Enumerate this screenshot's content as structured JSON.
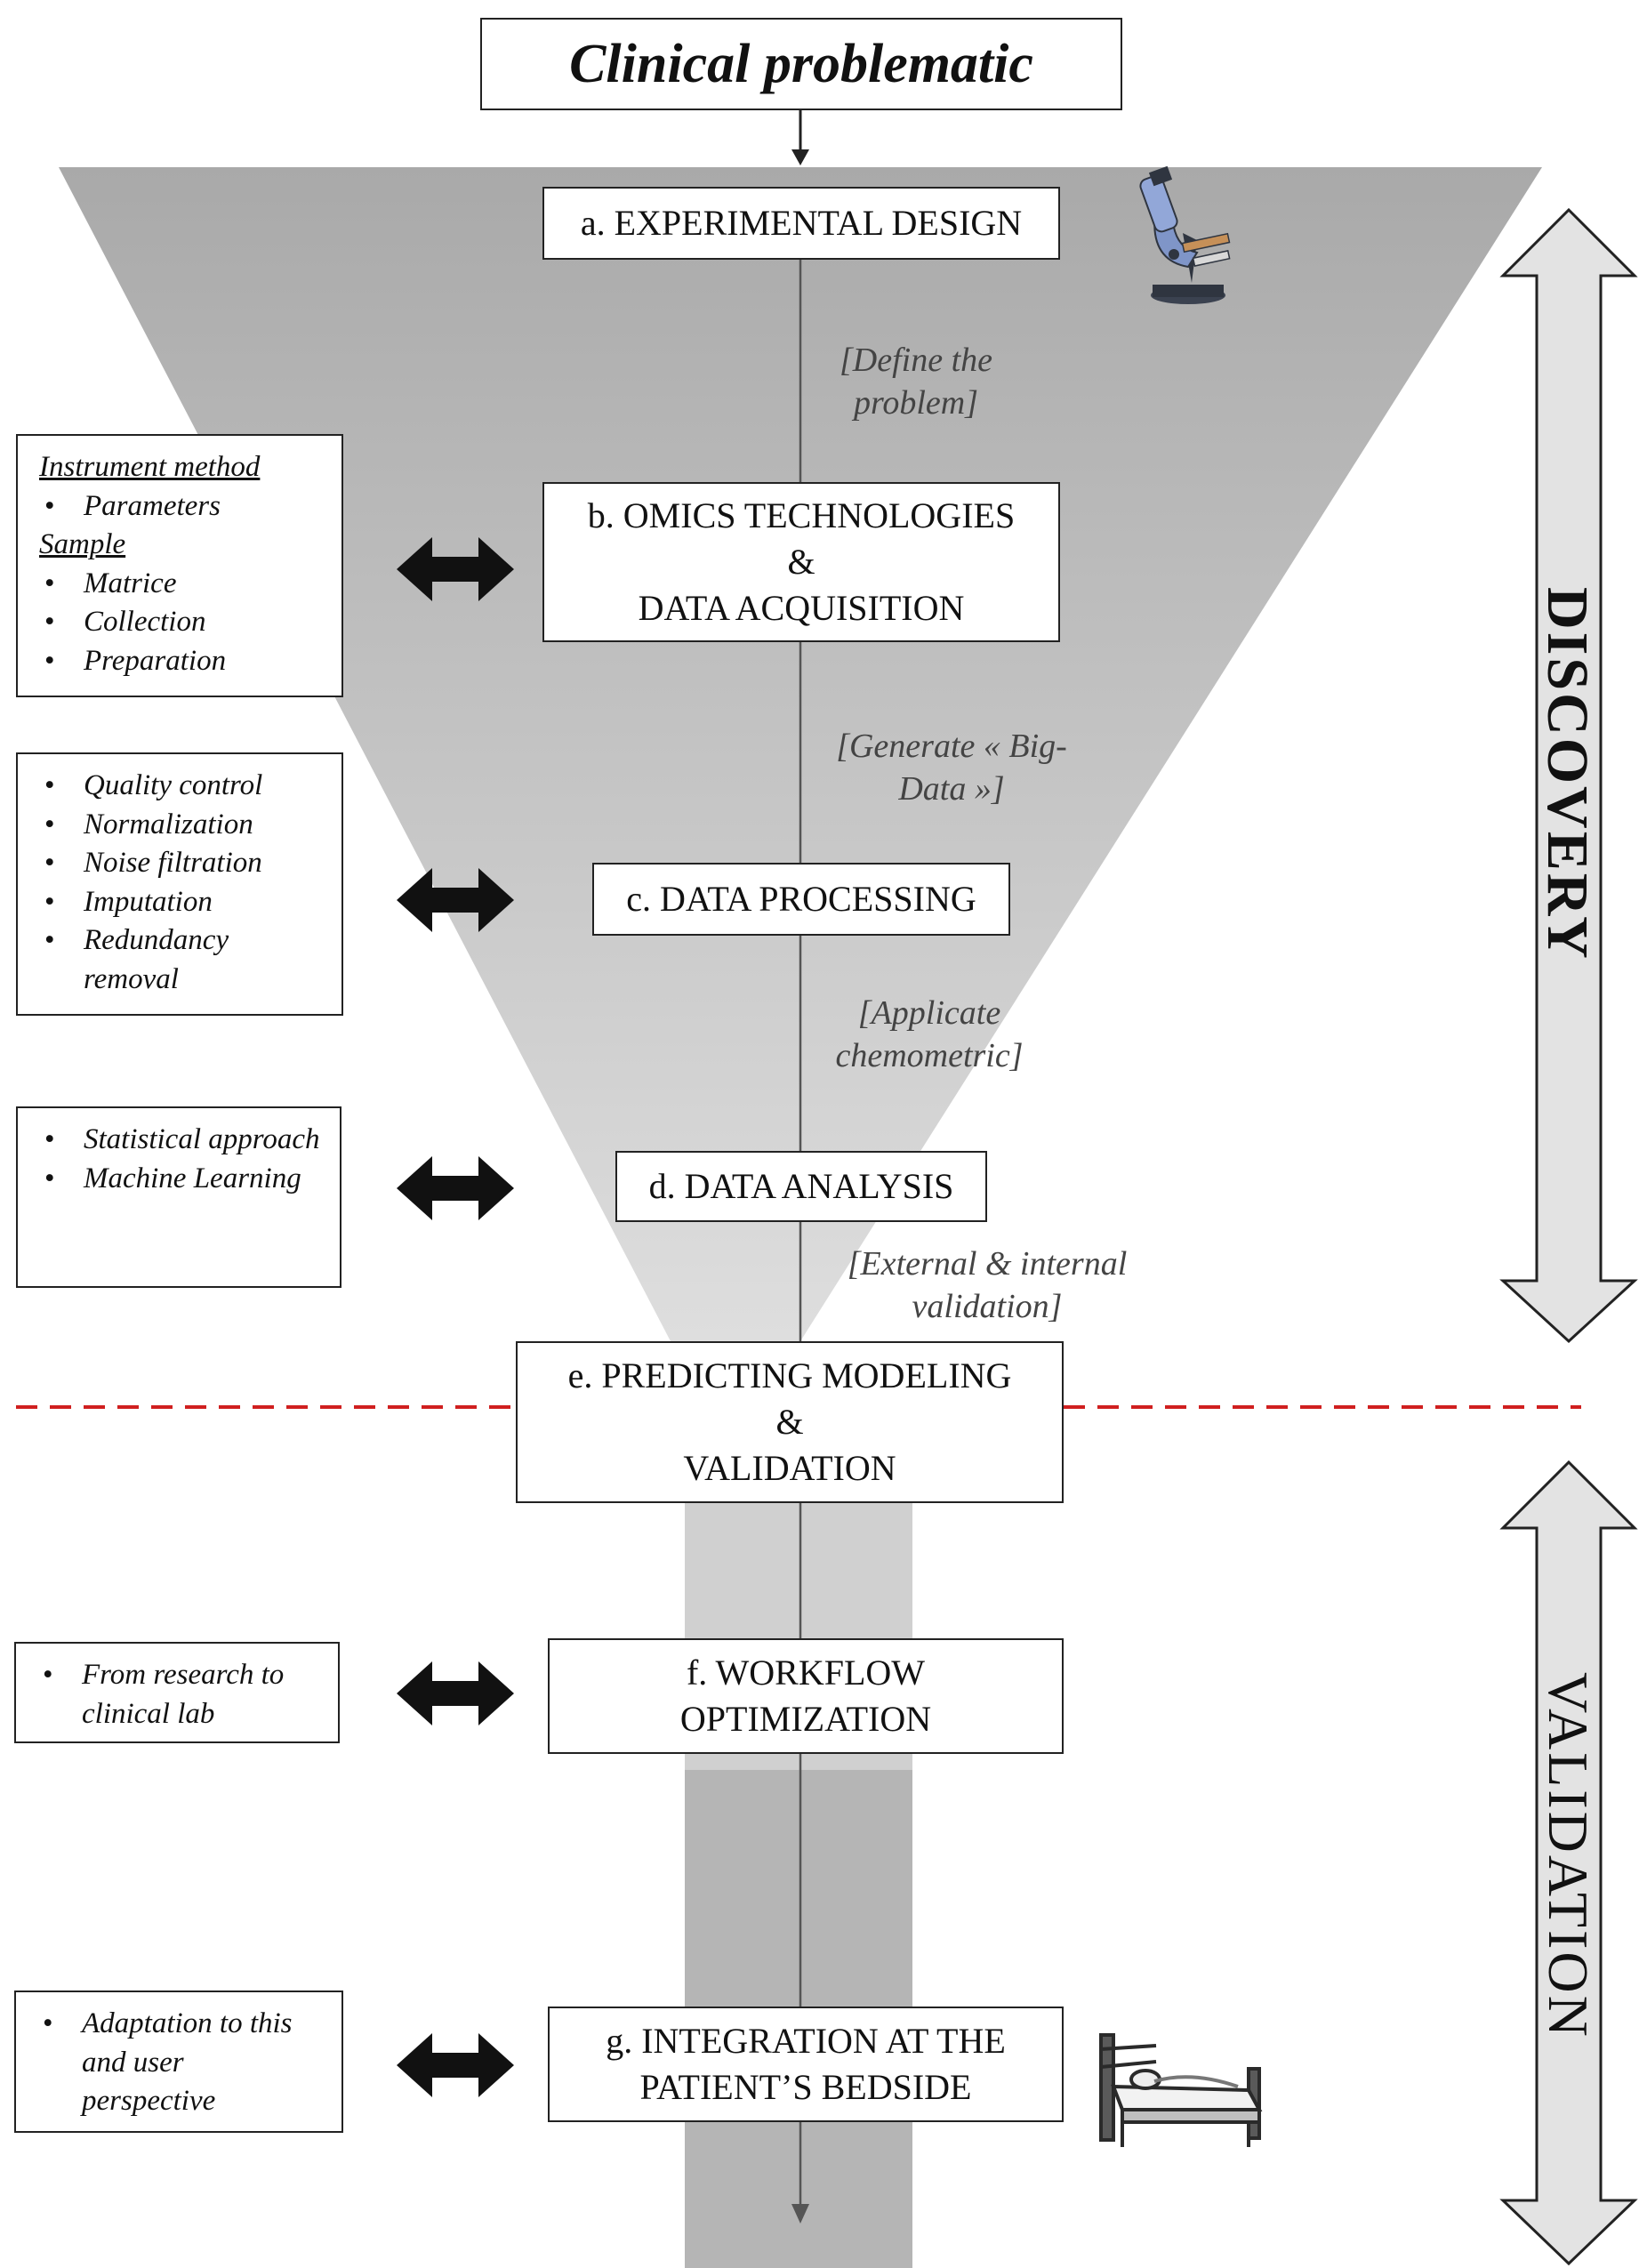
{
  "title": "Clinical problematic",
  "stages": {
    "a": [
      "a. EXPERIMENTAL DESIGN"
    ],
    "b": [
      "b. OMICS TECHNOLOGIES",
      "&",
      "DATA ACQUISITION"
    ],
    "c": [
      "c. DATA PROCESSING"
    ],
    "d": [
      "d. DATA ANALYSIS"
    ],
    "e": [
      "e. PREDICTING MODELING",
      "&",
      "VALIDATION"
    ],
    "f": [
      "f. WORKFLOW",
      "OPTIMIZATION"
    ],
    "g": [
      "g. INTEGRATION AT THE",
      "PATIENT’S BEDSIDE"
    ]
  },
  "notes": {
    "define": [
      "[Define the",
      "problem]"
    ],
    "generate": [
      "[Generate « Big-",
      "Data »]"
    ],
    "applicate": [
      "[Applicate",
      "chemometric]"
    ],
    "external": [
      "[External & internal",
      "validation]"
    ]
  },
  "side_boxes": {
    "b": {
      "head1": "Instrument method",
      "items1": [
        "Parameters"
      ],
      "head2": "Sample",
      "items2": [
        "Matrice",
        "Collection",
        "Preparation"
      ]
    },
    "c": {
      "items": [
        "Quality control",
        "Normalization",
        "Noise filtration",
        "Imputation",
        "Redundancy removal"
      ]
    },
    "d": {
      "items": [
        "Statistical approach",
        "Machine Learning"
      ]
    },
    "f": {
      "items": [
        "From research to clinical lab"
      ]
    },
    "g": {
      "items": [
        "Adaptation to this and user perspective"
      ]
    }
  },
  "phase_labels": {
    "discovery": "DISCOVERY",
    "validation": "VALIDATION"
  },
  "colors": {
    "funnel_top": "#a9a9a9",
    "funnel_bottom": "#dedede",
    "column_light": "#d0d0d0",
    "column_dark": "#b5b5b5",
    "arrow_fill": "#e3e3e3",
    "dashed_line": "#d01f1f"
  },
  "icons": [
    "microscope-icon",
    "hospital-bed-icon"
  ]
}
